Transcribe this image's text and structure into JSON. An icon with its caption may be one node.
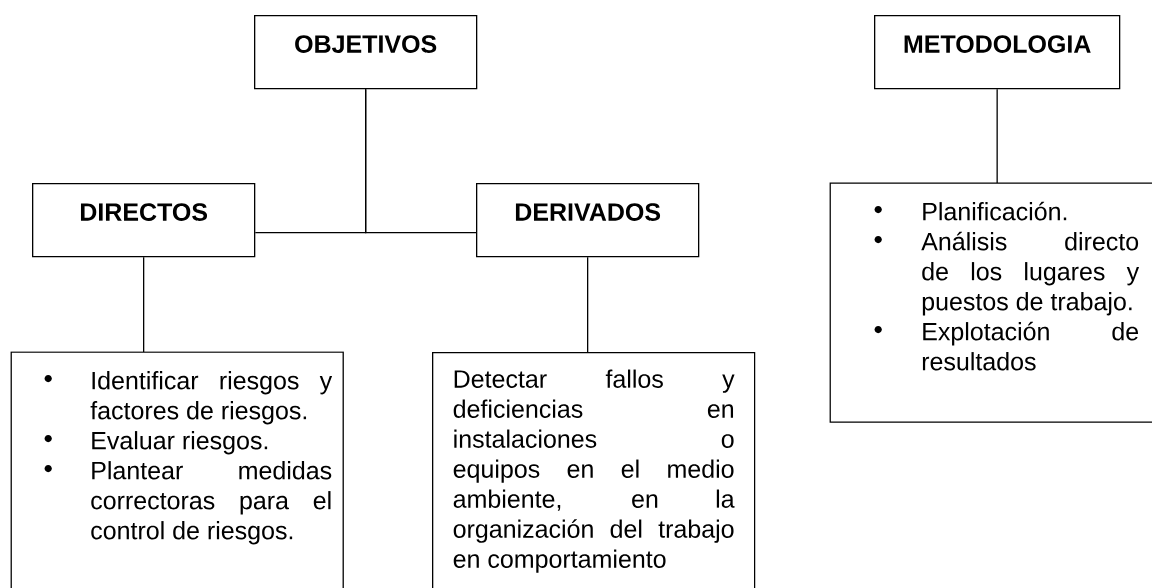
{
  "diagram": {
    "nodes": [
      {
        "text": [
          "OBJETIVOS"
        ]
      },
      {
        "text": [
          "DIRECTOS"
        ]
      },
      {
        "text": [
          "DERIVADOS"
        ]
      },
      {
        "text": [
          "Identificar riesgos y factores de riesgos.",
          "Evaluar riesgos.",
          "Plantear medidas correctoras para el control de riesgos."
        ]
      },
      {
        "text": [
          "Detectar fallos y deficiencias en instalaciones o equipos en el medio ambiente, en la organización del trabajo en comportamiento"
        ]
      },
      {
        "text": [
          "METODOLOGIA"
        ]
      },
      {
        "text": [
          "Planificación.",
          "Análisis directo de los lugares y puestos de trabajo.",
          "Explotación de resultados"
        ]
      }
    ],
    "edges": [
      {
        "from": 0,
        "to": 1,
        "arrow": "none"
      },
      {
        "from": 0,
        "to": 2,
        "arrow": "none"
      },
      {
        "from": 1,
        "to": 3,
        "arrow": "none"
      },
      {
        "from": 2,
        "to": 4,
        "arrow": "none"
      },
      {
        "from": 5,
        "to": 6,
        "arrow": "none"
      }
    ]
  }
}
